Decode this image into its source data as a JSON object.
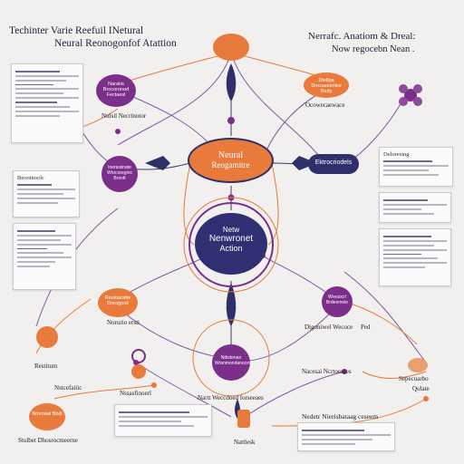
{
  "header": {
    "title_line1": "Techinter Varie Reefuil INetural",
    "title_line2": "Neural Reonogonfof Atattion",
    "right_line1": "Nerrafc. Anatiom & Dreal:",
    "right_line2": "Now regocebn Nean ."
  },
  "nodes": {
    "top_center": "",
    "left_top": "Naratia Brocoronod Fectaesl",
    "left_mid": "Inerasiinate Wrocoregnic Brentt",
    "center_main_line1": "Neural",
    "center_main_line2": "Reogamitre",
    "center_net_line1": "Netw",
    "center_net_line2": "Nenwronet",
    "center_net_line3": "Action",
    "right_top": "Dtellpa Drocsecerilce Bedy",
    "right_mid": "Ektrocriodels",
    "right_lower": "Wreaocrl Brdeomole",
    "left_lower": "Reutoaratte Dorogonil",
    "bottom_center": "Nttistenan Wranmondanocedi",
    "bottom_left": "Nrteoaal Bbdi"
  },
  "labels": {
    "left_top": "Nulsil Necrinotor",
    "right_top": "Ocowecaewace",
    "left_lower": "Norurio ersti",
    "right_lower": "Digoniwel Wecoce",
    "right_lower_b": "Ped",
    "left_bottom": "Restitum",
    "bottom_left_b": "Nstcefaitic",
    "bottom_c1": "Nssasfinoerl",
    "bottom_c2": "Nartt Weccdoed forseeaes",
    "bottom_right_a": "Nacesai Ncrtoesees",
    "bottom_right_b": "Nedetr Nierisbataag ceseem",
    "bottom_right_c": "Sepecuarbo",
    "bottom_right_d": "Qolate",
    "footer_left": "Stulbet Dhosrocmeerne",
    "footer_center": "Nattlesk"
  },
  "panels": {
    "right_a_title": "Deloresing",
    "left_b_title": "Beootnoolr"
  },
  "colors": {
    "orange": "#e87a3c",
    "purple": "#7b2e8a",
    "navy": "#2f2f72",
    "line": "#7d6fa6"
  }
}
